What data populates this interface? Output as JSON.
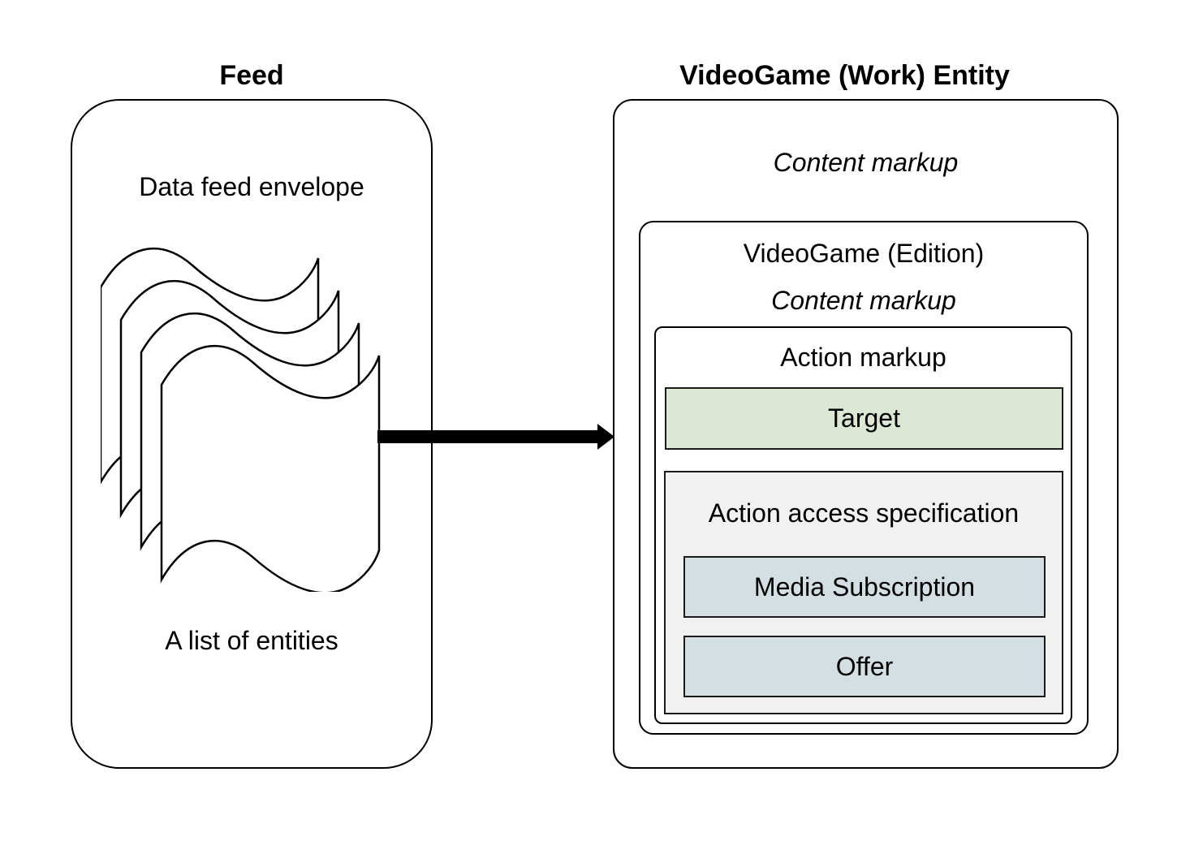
{
  "colors": {
    "border": "#000000",
    "target_fill": "#dce8d4",
    "access_fill": "#f1f1f1",
    "access_item_fill": "#d4dfe3"
  },
  "feed": {
    "title": "Feed",
    "envelope_label": "Data feed envelope",
    "entities_label": "A list of entities"
  },
  "entity": {
    "title": "VideoGame (Work) Entity",
    "content_markup_label": "Content markup",
    "edition": {
      "label": "VideoGame (Edition)",
      "content_markup_label": "Content markup",
      "action": {
        "label": "Action markup",
        "target_label": "Target",
        "access": {
          "label": "Action access specification",
          "items": [
            {
              "label": "Media Subscription"
            },
            {
              "label": "Offer"
            }
          ]
        }
      }
    }
  }
}
